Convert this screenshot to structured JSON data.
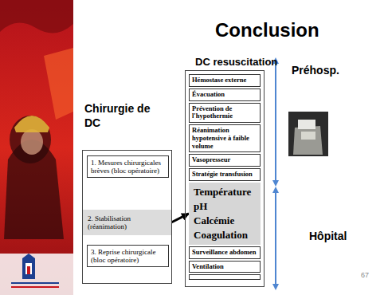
{
  "diagram": {
    "title": "Conclusion",
    "nodes": [
      {
        "text": [
          "Chirurgie de DC"
        ]
      },
      {
        "text": [
          "1. Mesures chirurgicales brèves (bloc opératoire)"
        ],
        "in": 0
      },
      {
        "text": [
          "2. Stabilisation (réanimation)"
        ],
        "in": 0
      },
      {
        "text": [
          "3. Reprise chirurgicale (bloc opératoire)"
        ],
        "in": 0
      },
      {
        "text": [
          "DC resuscitation"
        ]
      },
      {
        "text": [
          "Hémostase externe"
        ],
        "in": 4
      },
      {
        "text": [
          "Évacuation"
        ],
        "in": 4
      },
      {
        "text": [
          "Prévention de l'hypothermie"
        ],
        "in": 4
      },
      {
        "text": [
          "Réanimation hypotensive à faible volume"
        ],
        "in": 4
      },
      {
        "text": [
          "Vasopresseur"
        ],
        "in": 4
      },
      {
        "text": [
          "Stratégie transfusion"
        ],
        "in": 4
      },
      {
        "text": [
          "Température",
          "pH",
          "Calcémie",
          "Coagulation"
        ],
        "in": 4
      },
      {
        "text": [
          "Surveillance abdomen"
        ],
        "in": 4
      },
      {
        "text": [
          "Ventilation"
        ],
        "in": 4
      }
    ],
    "edges": [
      {
        "from": 2,
        "to": 11,
        "arrow": "to"
      }
    ],
    "labels": [
      "Préhosp.",
      "Hôpital",
      "67"
    ]
  }
}
